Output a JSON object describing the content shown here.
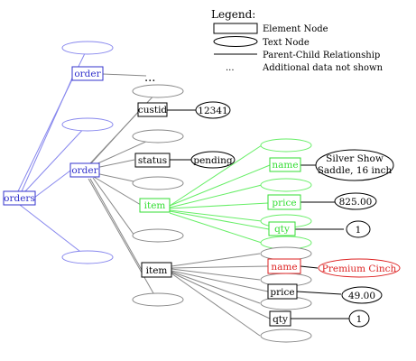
{
  "legend": {
    "title": "Legend:",
    "element_node": "Element Node",
    "text_node": "Text Node",
    "relationship": "Parent-Child Relationship",
    "ellipsis_symbol": "...",
    "additional": "Additional data not shown"
  },
  "nodes": {
    "orders": "orders",
    "order_top": "order",
    "order_top_more": "...",
    "order_main": "order",
    "custid": "custid",
    "custid_value": "12341",
    "status": "status",
    "status_value": "pending",
    "item_green": "item",
    "name_green": "name",
    "name_green_value_line1": "Silver Show",
    "name_green_value_line2": "Saddle, 16 inch",
    "price_green": "price",
    "price_green_value": "825.00",
    "qty_green": "qty",
    "qty_green_value": "1",
    "item_black": "item",
    "name_red": "name",
    "name_red_value": "Premium Cinch",
    "price_black": "price",
    "price_black_value": "49.00",
    "qty_black": "qty",
    "qty_black_value": "1"
  },
  "colors": {
    "blue": "#3333cc",
    "blue_line": "#8888ee",
    "green": "#33dd33",
    "green_line": "#66ee66",
    "red": "#dd2222",
    "gray": "#888888",
    "black": "#000000"
  }
}
